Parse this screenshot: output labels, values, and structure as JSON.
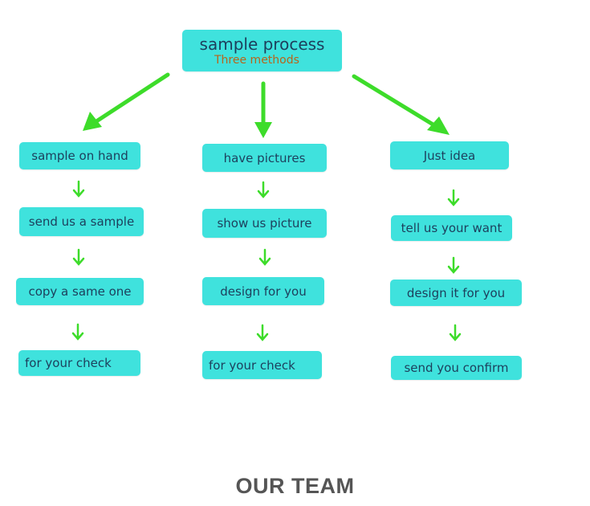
{
  "header": {
    "title": "sample process",
    "subtitle": "Three methods"
  },
  "columns": [
    {
      "steps": [
        "sample on hand",
        "send us a sample",
        "copy a same one",
        "for your check"
      ]
    },
    {
      "steps": [
        "have pictures",
        "show us picture",
        "design for you",
        "for your check"
      ]
    },
    {
      "steps": [
        "Just idea",
        "tell us your want",
        "design it for you",
        "send you confirm"
      ]
    }
  ],
  "footer": {
    "title": "OUR TEAM"
  },
  "colors": {
    "box": "#3fe2dd",
    "arrow": "#3ddc2a",
    "subtitle": "#b8641a",
    "text": "#1d3f5c"
  }
}
